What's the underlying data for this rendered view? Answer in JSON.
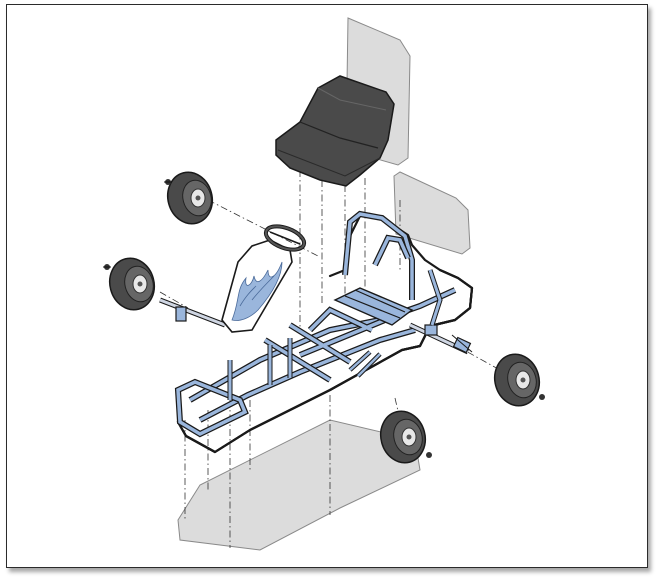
{
  "diagram": {
    "colors": {
      "frame_blue": "#9ab6dc",
      "frame_outline": "#1a1a1a",
      "panel_gray": "#dcdcdc",
      "seat_dark": "#4a4a4a",
      "tire": "#555555",
      "hub": "#e8e8e8"
    },
    "parts": [
      "seat",
      "seat-back-panel",
      "rear-panel",
      "floor-pan",
      "steering-wheel",
      "steering-column-shroud",
      "wheel-front-left",
      "wheel-rear-left",
      "wheel-front-right",
      "wheel-rear-right",
      "axle-nuts"
    ]
  }
}
